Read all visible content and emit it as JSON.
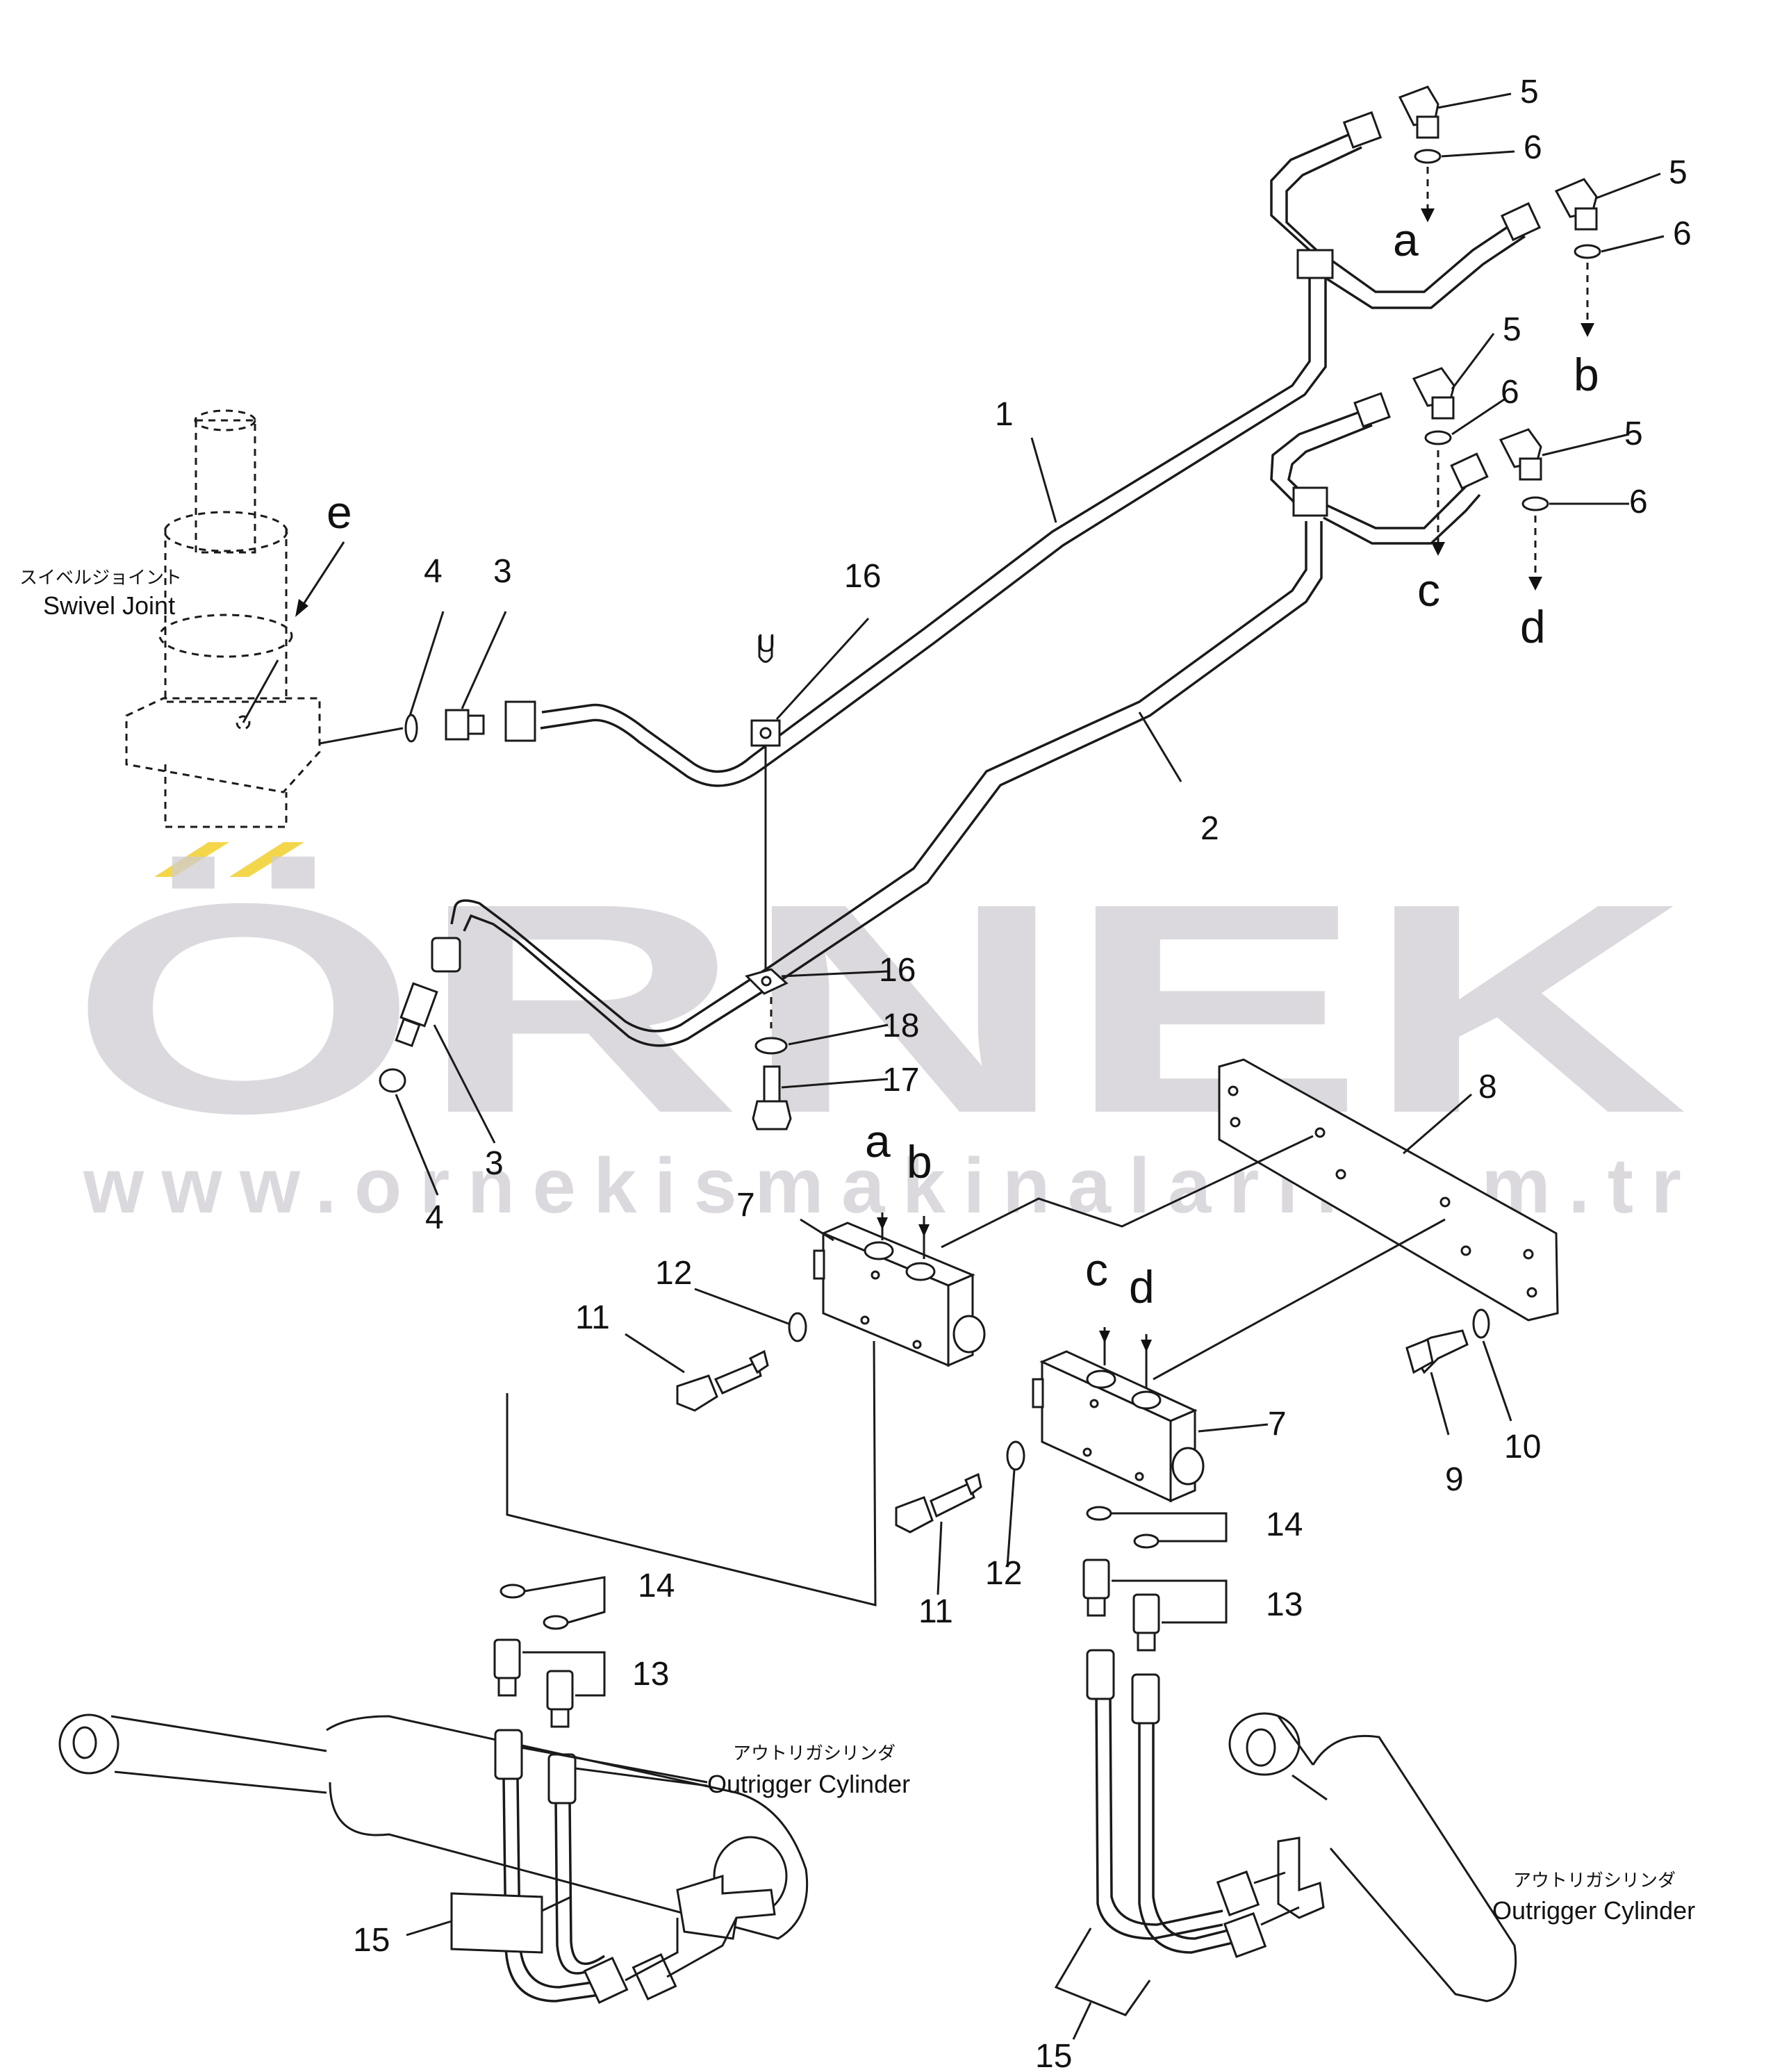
{
  "watermark": {
    "brand": "ÖRNEK",
    "url": "www.ornekismakinalari.com.tr",
    "accent_color": "#f2cf2b",
    "gray_color": "#cfcdd3"
  },
  "components": {
    "swivel_jp": "スイベルジョイント",
    "swivel_en": "Swivel Joint",
    "outrigger_left_jp": "アウトリガシリンダ",
    "outrigger_left_en": "Outrigger Cylinder",
    "outrigger_right_jp": "アウトリガシリンダ",
    "outrigger_right_en": "Outrigger Cylinder"
  },
  "ports": {
    "a": "a",
    "b": "b",
    "c": "c",
    "d": "d",
    "e": "e",
    "u": "U"
  },
  "parts": {
    "p1": "1",
    "p2": "2",
    "p3": "3",
    "p4": "4",
    "p5": "5",
    "p6": "6",
    "p7": "7",
    "p8": "8",
    "p9": "9",
    "p10": "10",
    "p11": "11",
    "p12": "12",
    "p13": "13",
    "p14": "14",
    "p15": "15",
    "p16": "16",
    "p17": "17",
    "p18": "18"
  }
}
